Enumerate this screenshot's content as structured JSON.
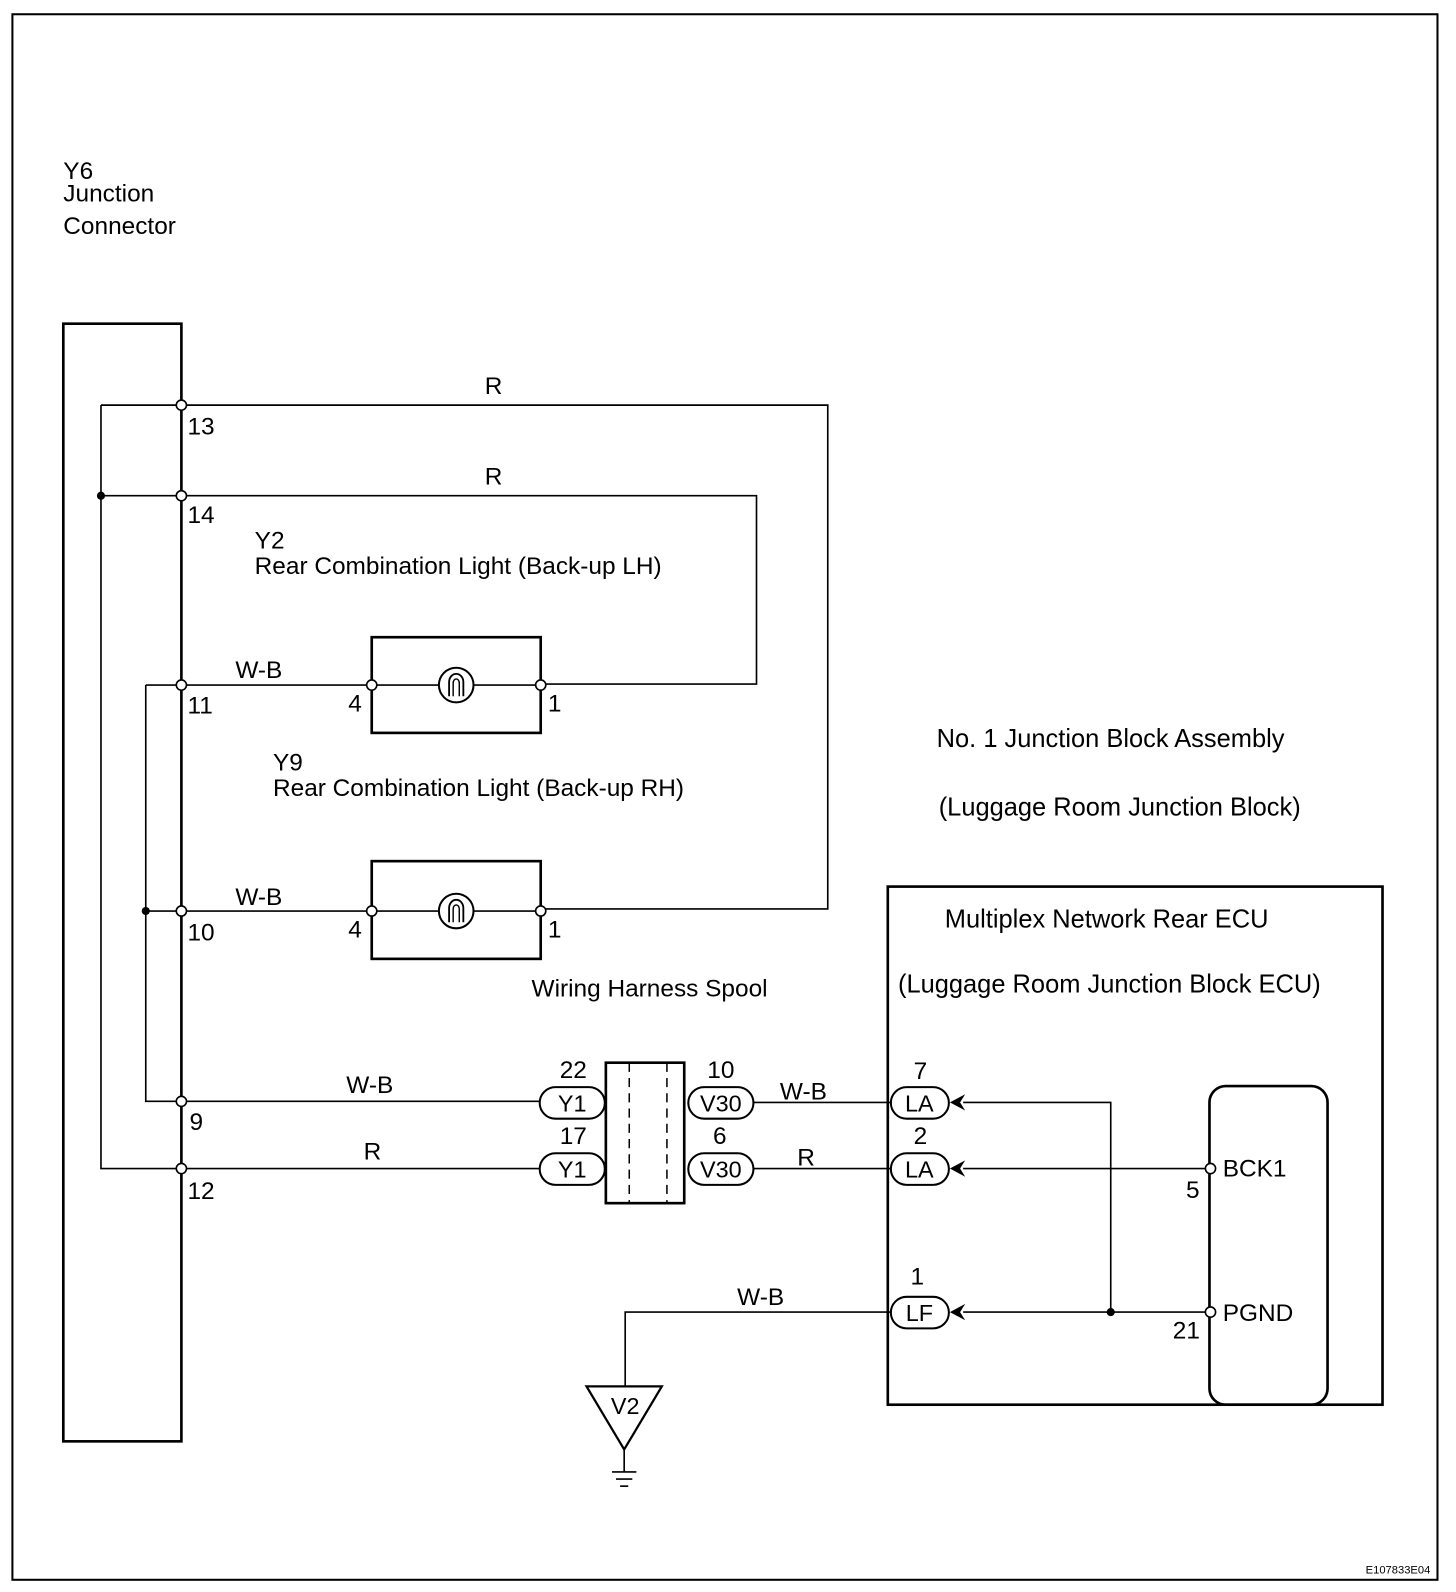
{
  "figure_id": "E107833E04",
  "y6": {
    "code": "Y6",
    "name_line1": "Junction",
    "name_line2": "Connector",
    "pins": {
      "p13": "13",
      "p14": "14",
      "p11": "11",
      "p10": "10",
      "p9": "9",
      "p12": "12"
    }
  },
  "y2": {
    "code": "Y2",
    "name": "Rear Combination Light (Back-up LH)",
    "pin_left": "4",
    "pin_right": "1"
  },
  "y9": {
    "code": "Y9",
    "name": "Rear Combination Light (Back-up RH)",
    "pin_left": "4",
    "pin_right": "1"
  },
  "wires": {
    "r_top": "R",
    "r_second": "R",
    "wb_y2": "W-B",
    "wb_y9": "W-B",
    "wb_pin9": "W-B",
    "r_pin12": "R",
    "wb_la7": "W-B",
    "r_la2": "R",
    "wb_ground": "W-B"
  },
  "spool": {
    "label": "Wiring Harness Spool",
    "y1": {
      "code": "Y1",
      "pin_upper": "22",
      "pin_lower": "17"
    },
    "v30": {
      "code": "V30",
      "pin_upper": "10",
      "pin_lower": "6"
    }
  },
  "junction_block": {
    "title": "No. 1 Junction Block Assembly",
    "subtitle": "(Luggage Room Junction Block)",
    "ecu": {
      "title": "Multiplex Network Rear ECU",
      "subtitle": "(Luggage Room Junction Block ECU)",
      "la_code": "LA",
      "lf_code": "LF",
      "la_pin_upper": "7",
      "la_pin_lower": "2",
      "lf_pin": "1",
      "bck1": "BCK1",
      "bck1_pin": "5",
      "pgnd": "PGND",
      "pgnd_pin": "21"
    }
  },
  "ground": {
    "code": "V2"
  }
}
